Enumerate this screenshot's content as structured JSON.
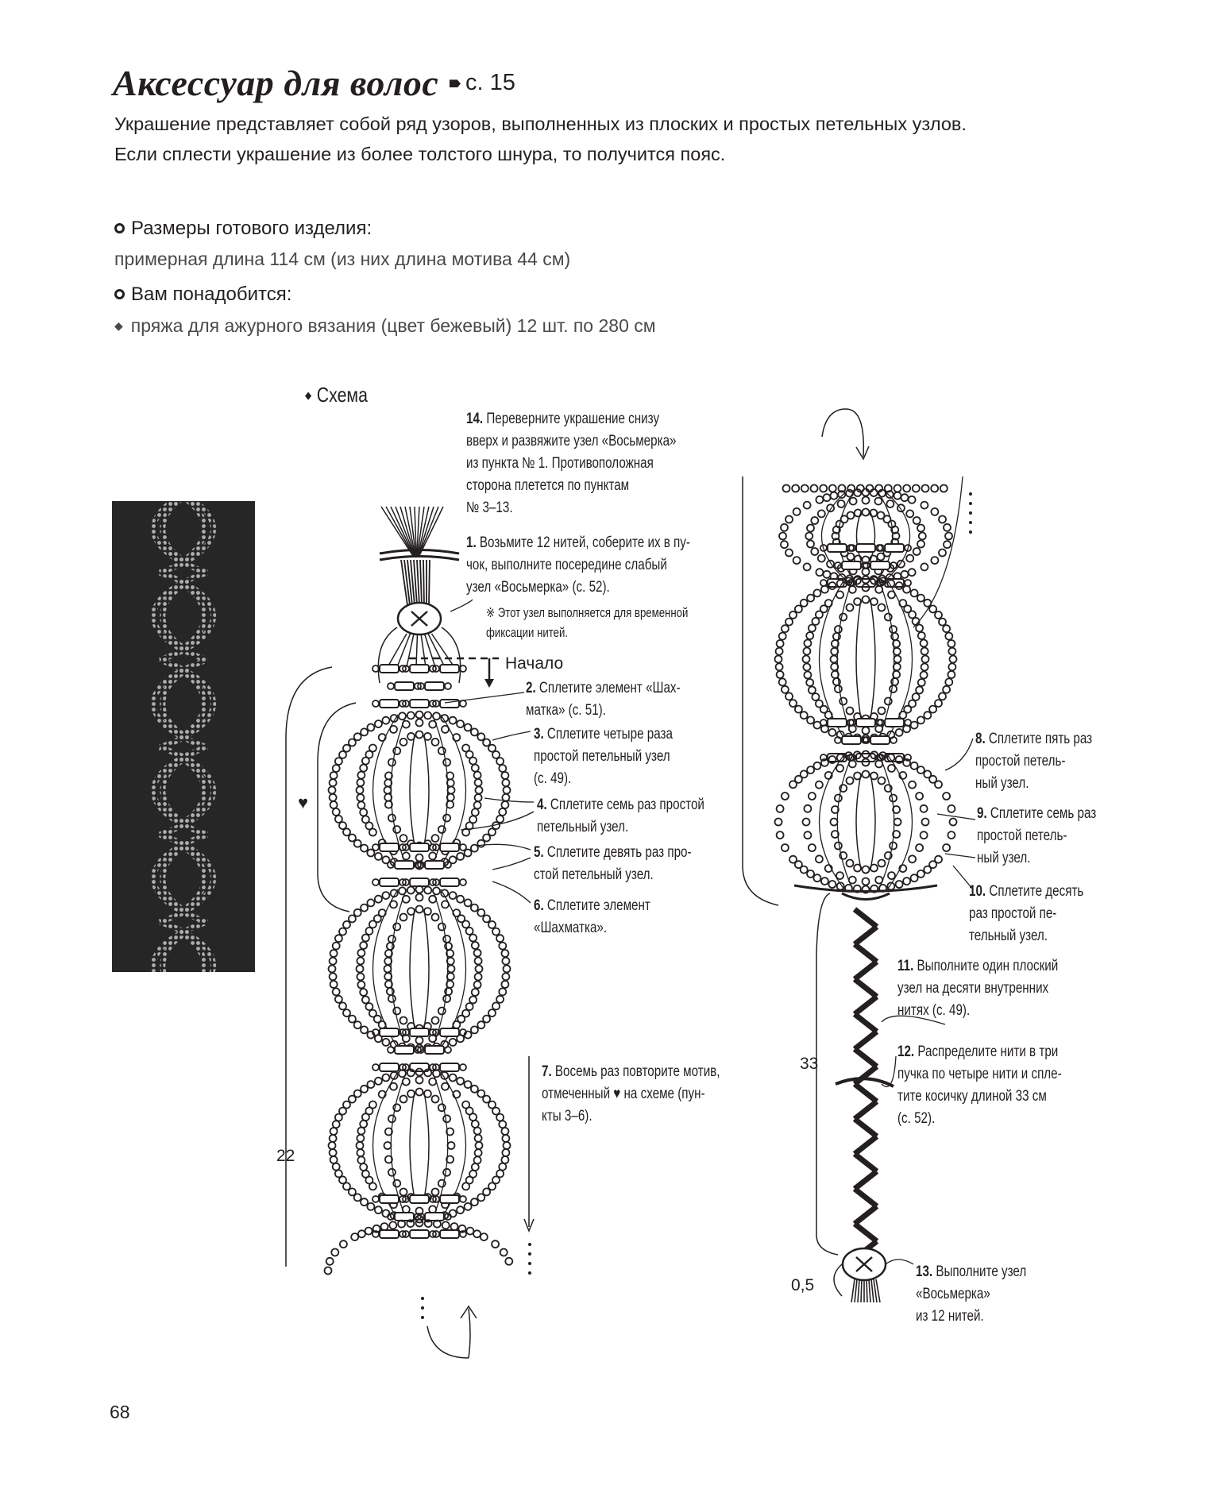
{
  "header": {
    "title": "Аксессуар для волос",
    "page_ref": "с. 15"
  },
  "intro": {
    "line1": "Украшение представляет собой ряд узоров, выполненных из плоских и простых петельных узлов.",
    "line2": "Если сплести украшение из более толстого шнура, то получится пояс."
  },
  "size_section": {
    "heading": "Размеры готового изделия:",
    "text": "примерная длина 114 см (из них длина мотива 44 см)"
  },
  "materials_section": {
    "heading": "Вам понадобится:",
    "items": [
      "пряжа для ажурного вязания (цвет бежевый) 12 шт. по 280 см"
    ]
  },
  "scheme": {
    "title": "Схема",
    "start_label": "Начало",
    "dimensions": {
      "left_length": "22",
      "braid_length": "33",
      "end_length": "0,5"
    },
    "steps": {
      "s14": {
        "num": "14.",
        "l1": " Переверните украшение снизу",
        "l2": "вверх и развяжите узел «Восьмерка»",
        "l3": "из пункта № 1. Противоположная",
        "l4": "сторона плетется по пунктам",
        "l5": "№ 3–13."
      },
      "s1": {
        "num": "1.",
        "l1": " Возьмите 12 нитей, соберите их в пу-",
        "l2": "чок, выполните посередине слабый",
        "l3": "узел «Восьмерка» (с. 52)."
      },
      "note1": {
        "l1": "※ Этот узел выполняется для временной",
        "l2": "фиксации нитей."
      },
      "s2": {
        "num": "2.",
        "l1": " Сплетите элемент «Шах-",
        "l2": "матка» (с. 51)."
      },
      "s3": {
        "num": "3.",
        "l1": " Сплетите четыре раза",
        "l2": "простой петельный узел",
        "l3": "(с. 49)."
      },
      "s4": {
        "num": "4.",
        "l1": " Сплетите семь раз простой",
        "l2": "петельный узел."
      },
      "s5": {
        "num": "5.",
        "l1": " Сплетите девять раз про-",
        "l2": "стой петельный узел."
      },
      "s6": {
        "num": "6.",
        "l1": " Сплетите элемент",
        "l2": "«Шахматка»."
      },
      "s7": {
        "num": "7.",
        "l1": " Восемь раз повторите мотив,",
        "l2": "отмеченный ♥ на схеме (пун-",
        "l3": "кты 3–6)."
      },
      "s8": {
        "num": "8.",
        "l1": " Сплетите пять раз",
        "l2": "простой петель-",
        "l3": "ный узел."
      },
      "s9": {
        "num": "9.",
        "l1": " Сплетите семь раз",
        "l2": "простой петель-",
        "l3": "ный узел."
      },
      "s10": {
        "num": "10.",
        "l1": " Сплетите десять",
        "l2": "раз простой пе-",
        "l3": "тельный узел."
      },
      "s11": {
        "num": "11.",
        "l1": " Выполните один плоский",
        "l2": "узел на десяти внутренних",
        "l3": "нитях (с. 49)."
      },
      "s12": {
        "num": "12.",
        "l1": " Распределите нити в три",
        "l2": "пучка по четыре нити и спле-",
        "l3": "тите косичку длиной 33 см",
        "l4": "(с. 52)."
      },
      "s13": {
        "num": "13.",
        "l1": " Выполните узел",
        "l2": "«Восьмерка»",
        "l3": "из 12 нитей."
      }
    }
  },
  "footer": {
    "page_number": "68"
  },
  "colors": {
    "ink": "#231f20",
    "photo_bg": "#262626",
    "cord": "#a8a8a8"
  }
}
